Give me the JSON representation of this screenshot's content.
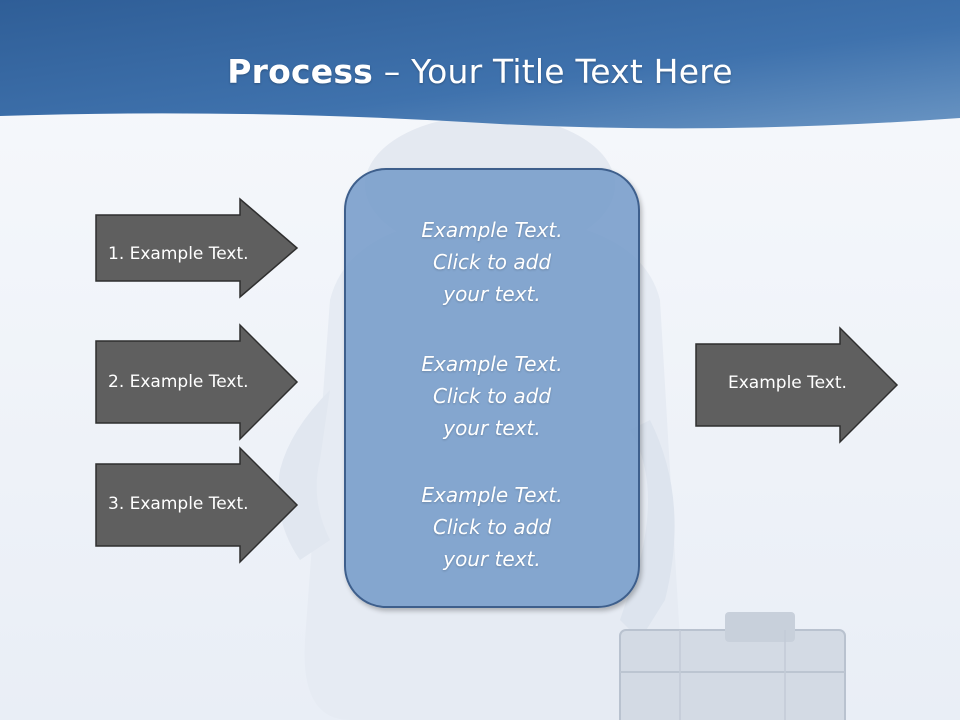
{
  "slide": {
    "title_bold": "Process",
    "title_rest": " – Your Title Text Here",
    "left_arrows": [
      {
        "label": "1. Example Text."
      },
      {
        "label": "2. Example Text."
      },
      {
        "label": "3. Example Text."
      }
    ],
    "center_blocks": [
      {
        "line1": "Example Text.",
        "line2": "Click  to add",
        "line3": "your text."
      },
      {
        "line1": "Example Text.",
        "line2": "Click  to add",
        "line3": "your text."
      },
      {
        "line1": "Example Text.",
        "line2": "Click  to add",
        "line3": "your text."
      }
    ],
    "right_arrow": {
      "label": "Example Text."
    }
  },
  "colors": {
    "header_blue": "#3a6aa3",
    "arrow_fill": "#5f5f5f",
    "box_fill": "#769cca",
    "box_border": "#3e5f8c"
  }
}
